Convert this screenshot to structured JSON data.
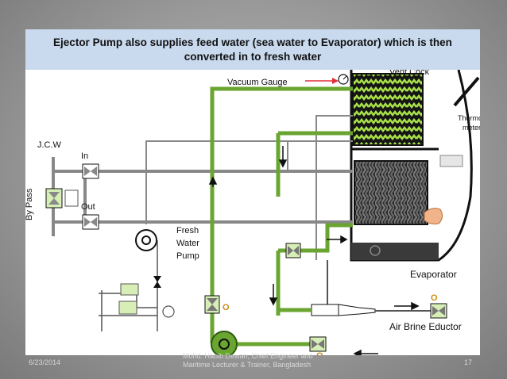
{
  "slide": {
    "title": "Ejector Pump also supplies feed water (sea water to Evaporator) which is then converted in to fresh water",
    "date": "6/23/2014",
    "credit": "Mohd. Habib Dewan, Chief Engineer and Maritime Lecturer & Trainer, Bangladesh",
    "page_number": "17"
  },
  "diagram": {
    "labels": {
      "vacuum_gauge": "Vacuum Gauge",
      "vent_cock": "Vent Cock",
      "thermometer_line1": "Thermo",
      "thermometer_line2": "meter",
      "jcw": "J.C.W",
      "jcw_in": "In",
      "jcw_out": "Out",
      "by_pass": "By Pass",
      "fresh_water_pump_line1": "Fresh",
      "fresh_water_pump_line2": "Water",
      "fresh_water_pump_line3": "Pump",
      "evaporator": "Evaporator",
      "air_brine_eductor": "Air Brine Eductor",
      "valve_mark_left": "O",
      "valve_mark_right": "O",
      "valve_mark_bottom": "O"
    },
    "colors": {
      "seawater_line": "#6aa531",
      "condenser_coil": "#a8e04a",
      "heater_coil": "#555555",
      "jacket_water_line": "#888888",
      "valve_fill": "#d7efb6",
      "valve_mark": "#d08a12",
      "gauge_arrow": "#e0303a"
    }
  }
}
